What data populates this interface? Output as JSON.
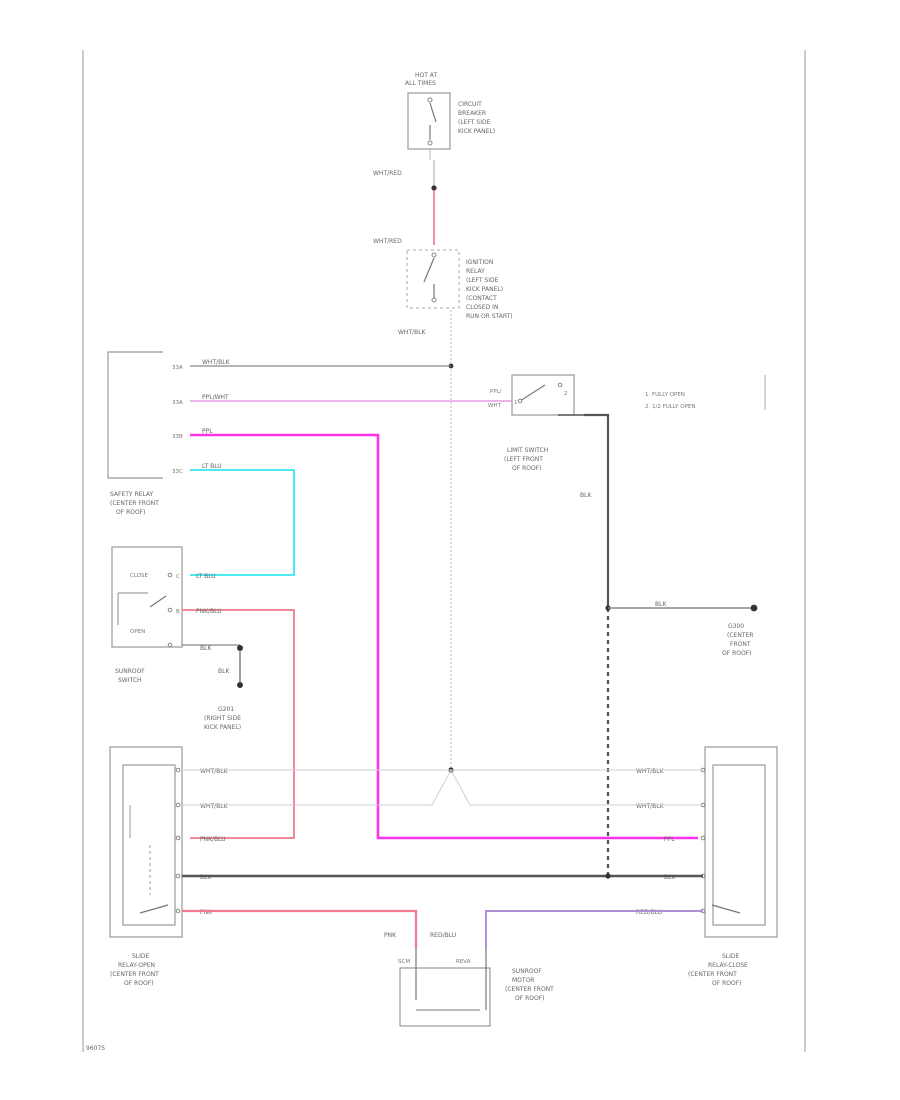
{
  "colors": {
    "red": "#f07a8e",
    "pink": "#ff33ee",
    "violet": "#e79ae6",
    "cyan": "#33e8ee",
    "purple": "#b08fd6",
    "black": "#555555",
    "gray": "#b5b5b5"
  },
  "top": {
    "hot_label_1": "HOT AT",
    "hot_label_2": "ALL TIMES",
    "circuit_breaker": [
      "CIRCUIT",
      "BREAKER",
      "(LEFT SIDE",
      "KICK PANEL)"
    ],
    "wire_1": "WHT/RED",
    "wire_2": "WHT/RED",
    "ignition_relay": [
      "IGNITION",
      "RELAY",
      "(LEFT SIDE",
      "KICK PANEL)",
      "(CONTACT",
      "CLOSED IN",
      "RUN OR START)"
    ],
    "wire_3": "WHT/BLK"
  },
  "safety_relay": {
    "pins": [
      "33A",
      "33A",
      "33B",
      "33C"
    ],
    "wires": [
      "WHT/BLK",
      "PPL/WHT",
      "PPL",
      "LT BLU"
    ],
    "label": [
      "SAFETY RELAY",
      "(CENTER FRONT",
      "OF ROOF)"
    ]
  },
  "limit_switch": {
    "wire": [
      "PPL/",
      "WHT"
    ],
    "pin_left": "1",
    "pin_right": "2",
    "label": [
      "LIMIT SWITCH",
      "(LEFT FRONT",
      "OF ROOF)"
    ],
    "legend": [
      "1. FULLY OPEN",
      "2. 1/2 FULLY OPEN"
    ],
    "out_wire": "BLK"
  },
  "sunroof_switch": {
    "close": "CLOSE",
    "open": "OPEN",
    "wire_close": "LT BLU",
    "wire_open": "PNK/BLU",
    "wire_gnd": "BLK",
    "wire_gnd2": "BLK",
    "pin_c": "C",
    "pin_b": "B",
    "label": [
      "SUNROOF",
      "SWITCH"
    ]
  },
  "ground_left": [
    "G201",
    "(RIGHT SIDE",
    "KICK PANEL)"
  ],
  "ground_right": {
    "wire": "BLK",
    "label": [
      "G300",
      "(CENTER",
      "FRONT",
      "OF ROOF)"
    ]
  },
  "relay_open": {
    "wires": [
      "WHT/BLK",
      "WHT/BLK",
      "PNK/BLU",
      "BLK",
      "PNK"
    ],
    "label": [
      "SLIDE",
      "RELAY-OPEN",
      "(CENTER FRONT",
      "OF ROOF)"
    ]
  },
  "relay_close": {
    "wires": [
      "WHT/BLK",
      "WHT/BLK",
      "PPL",
      "BLK",
      "RED/BLU"
    ],
    "label": [
      "SLIDE",
      "RELAY-CLOSE",
      "(CENTER FRONT",
      "OF ROOF)"
    ]
  },
  "motor": {
    "wire_left": "PNK",
    "wire_right": "RED/BLU",
    "pin_left": "SCM",
    "pin_right": "REVA",
    "label": [
      "SUNROOF",
      "MOTOR",
      "(CENTER FRONT",
      "OF ROOF)"
    ]
  },
  "footer_id": "96075"
}
